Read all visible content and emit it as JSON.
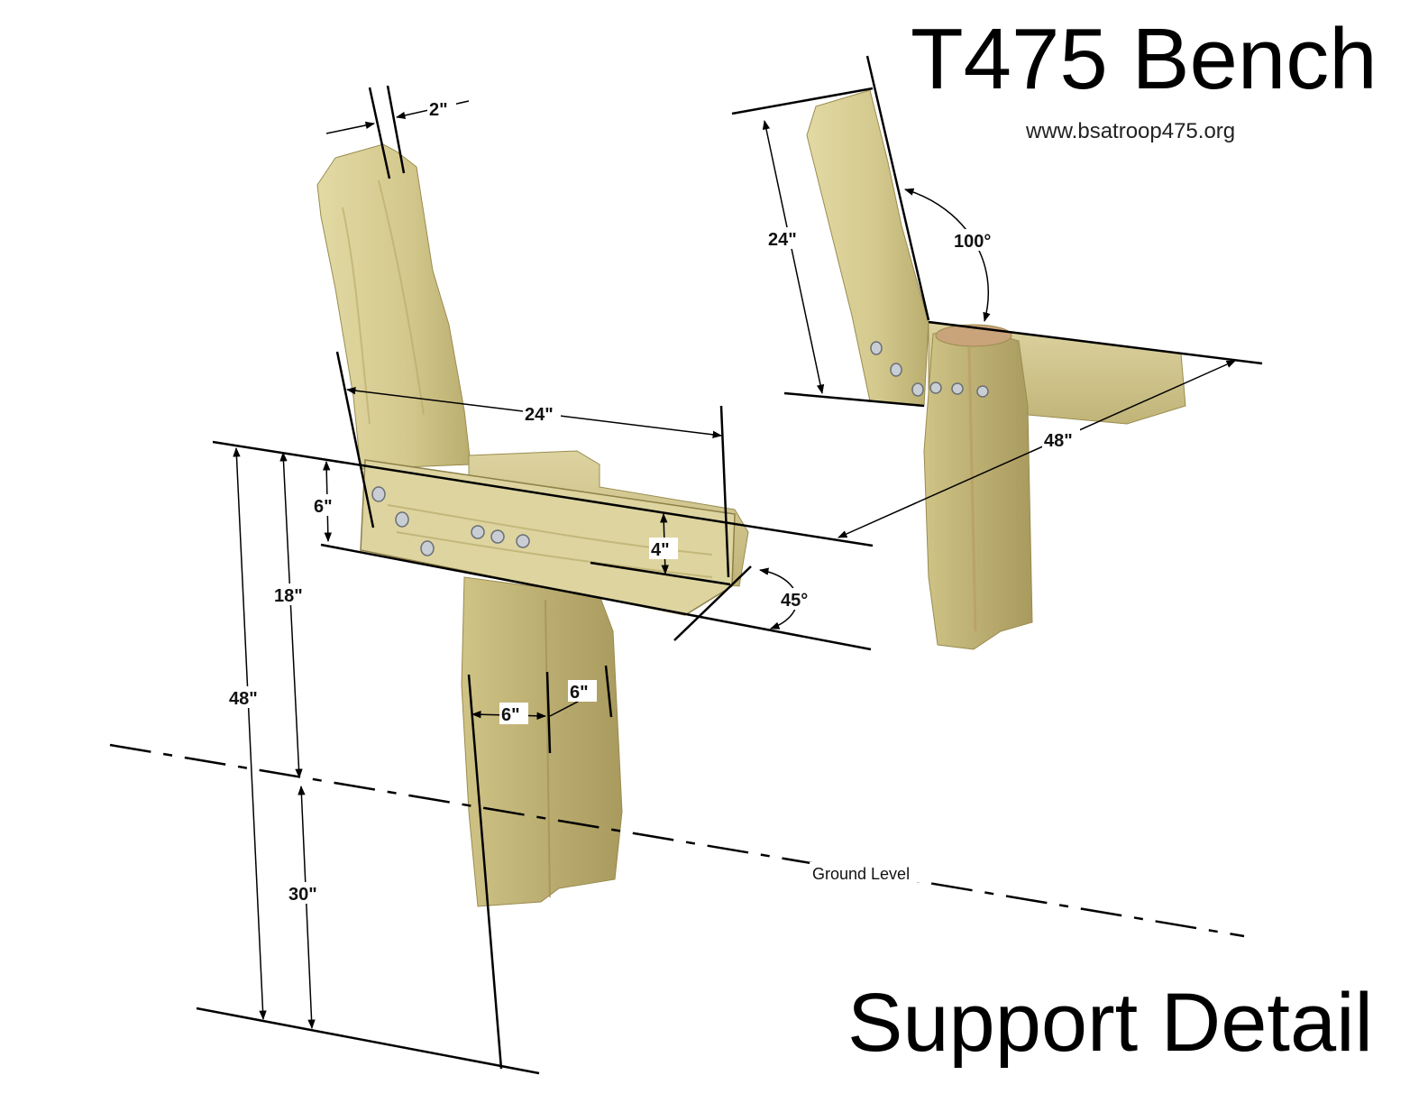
{
  "title": "T475 Bench",
  "url": "www.bsatroop475.org",
  "footer": "Support Detail",
  "labels": {
    "post_top_thickness": "2\"",
    "back_height": "24\"",
    "back_angle": "100°",
    "seat_depth": "24\"",
    "bench_spacing": "48\"",
    "rail_height": "6\"",
    "rail_inner": "4\"",
    "rail_angle": "45°",
    "seat_height": "18\"",
    "post_total": "48\"",
    "post_width_a": "6\"",
    "post_width_b": "6\"",
    "post_buried": "30\"",
    "ground_level": "Ground Level"
  },
  "colors": {
    "wood_light": "#d8cf98",
    "wood_mid": "#c4b978",
    "wood_dark": "#a89a5c",
    "line": "#000000",
    "bolt": "#b8c0c8"
  }
}
